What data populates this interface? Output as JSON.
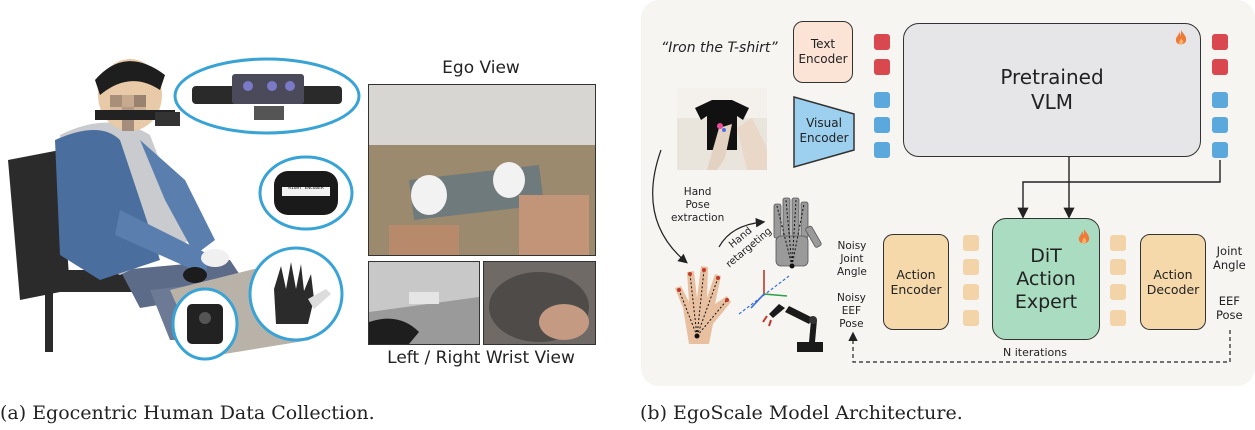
{
  "captions": {
    "a": "(a) Egocentric Human Data Collection.",
    "b": "(b) EgoScale Model Architecture."
  },
  "left_panel": {
    "ego_view_label": "Ego View",
    "wrist_view_label": "Left / Right Wrist View",
    "encoder_sticker_text": "RIGHT ENCODER"
  },
  "architecture": {
    "instruction_text": "“Iron the T-shirt”",
    "text_encoder": "Text\nEncoder",
    "visual_encoder": "Visual\nEncoder",
    "vlm": "Pretrained\nVLM",
    "hand_pose": "Hand\nPose\nextraction",
    "hand_retargeting": "Hand\nretargeting",
    "dit": "DiT\nAction\nExpert",
    "action_encoder": "Action\nEncoder",
    "action_decoder": "Action\nDecoder",
    "noisy_joint": "Noisy\nJoint\nAngle",
    "noisy_eef": "Noisy\nEEF\nPose",
    "joint_angle": "Joint\nAngle",
    "eef_pose": "EEF\nPose",
    "n_iterations": "N iterations"
  },
  "colors": {
    "text_encoder": "#fbe3d6",
    "visual_encoder": "#9dd0ef",
    "vlm": "#e6e6e8",
    "dit": "#a9dcc0",
    "action_boxes": "#f6d9ab",
    "panel_bg": "#f7f5f2",
    "ellipse": "#39a3d6",
    "red_token": "#d9474f",
    "blue_token": "#5ba8dc",
    "beige_token": "#f2d4a8"
  },
  "icons": [
    "flame-icon",
    "robot-arm-icon",
    "hand-keypoints-icon",
    "robot-hand-icon",
    "coordinate-axes-icon"
  ]
}
